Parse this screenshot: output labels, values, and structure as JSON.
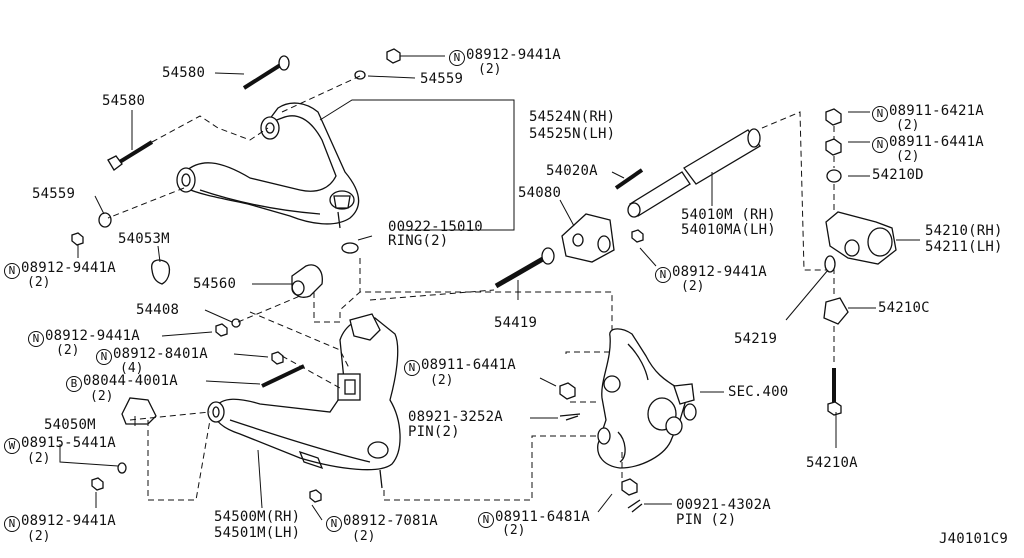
{
  "diagram_code": "J40101C9",
  "parts": {
    "p54580_top": {
      "num": "54580"
    },
    "p08912_9441A_top": {
      "prefix": "N",
      "num": "08912-9441A",
      "qty": "(2)"
    },
    "p54559_top": {
      "num": "54559"
    },
    "p54580_left": {
      "num": "54580"
    },
    "p54524N": {
      "num": "54524N(RH)"
    },
    "p54525N": {
      "num": "54525N(LH)"
    },
    "p54559_left": {
      "num": "54559"
    },
    "p54053M": {
      "num": "54053M"
    },
    "p08912_9441A_left": {
      "prefix": "N",
      "num": "08912-9441A",
      "qty": "(2)"
    },
    "p00922_15010": {
      "num": "00922-15010"
    },
    "p_ring2": {
      "num": "RING(2)"
    },
    "p54020A": {
      "num": "54020A"
    },
    "p54080": {
      "num": "54080"
    },
    "p54010M": {
      "num": "54010M (RH)"
    },
    "p54010MA": {
      "num": "54010MA(LH)"
    },
    "p08912_9441A_mid": {
      "prefix": "N",
      "num": "08912-9441A",
      "qty": "(2)"
    },
    "p54560": {
      "num": "54560"
    },
    "p54408": {
      "num": "54408"
    },
    "p54419": {
      "num": "54419"
    },
    "p08912_9441A_low": {
      "prefix": "N",
      "num": "08912-9441A",
      "qty": "(2)"
    },
    "p08912_8401A": {
      "prefix": "N",
      "num": "08912-8401A",
      "qty": "(4)"
    },
    "p08044_4001A": {
      "prefix": "B",
      "num": "08044-4001A",
      "qty": "(2)"
    },
    "p54050M": {
      "num": "54050M"
    },
    "p08915_5441A": {
      "prefix": "W",
      "num": "08915-5441A",
      "qty": "(2)"
    },
    "p08912_9441A_bottom": {
      "prefix": "N",
      "num": "08912-9441A",
      "qty": "(2)"
    },
    "p54500M": {
      "num": "54500M(RH)"
    },
    "p54501M": {
      "num": "54501M(LH)"
    },
    "p08912_7081A": {
      "prefix": "N",
      "num": "08912-7081A",
      "qty": "(2)"
    },
    "p08911_6441A_mid": {
      "prefix": "N",
      "num": "08911-6441A",
      "qty": "(2)"
    },
    "p08921_3252A": {
      "num": "08921-3252A"
    },
    "p_pin2_a": {
      "num": "PIN(2)"
    },
    "p08911_6481A": {
      "prefix": "N",
      "num": "08911-6481A",
      "qty": "(2)"
    },
    "p00921_4302A": {
      "num": "00921-4302A"
    },
    "p_pin2_b": {
      "num": "PIN (2)"
    },
    "p_sec400": {
      "num": "SEC.400"
    },
    "p08911_6421A": {
      "prefix": "N",
      "num": "08911-6421A",
      "qty": "(2)"
    },
    "p08911_6441A_right": {
      "prefix": "N",
      "num": "08911-6441A",
      "qty": "(2)"
    },
    "p54210D": {
      "num": "54210D"
    },
    "p54210RH": {
      "num": "54210(RH)"
    },
    "p54211LH": {
      "num": "54211(LH)"
    },
    "p54219": {
      "num": "54219"
    },
    "p54210C": {
      "num": "54210C"
    },
    "p54210A": {
      "num": "54210A"
    }
  }
}
